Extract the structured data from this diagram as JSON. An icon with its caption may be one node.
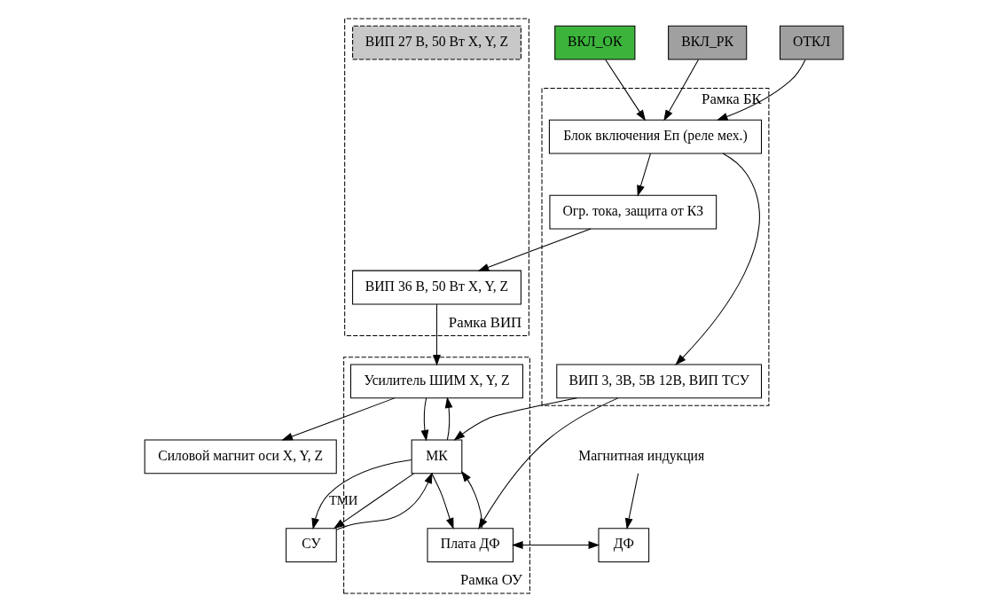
{
  "diagram": {
    "nodes": [
      {
        "text": [
          "Рамка ВИП"
        ]
      },
      {
        "text": [
          "ВИП 27 В, 50 Вт X, Y, Z"
        ],
        "in": 0
      },
      {
        "text": [
          "ВИП 36 В, 50 Вт X, Y, Z"
        ],
        "in": 0
      },
      {
        "text": [
          "Рамка БК"
        ]
      },
      {
        "text": [
          "Огр. тока, защита от КЗ"
        ],
        "in": 3
      },
      {
        "text": [
          "Блок включения Еп (реле мех.)"
        ],
        "in": 3
      },
      {
        "text": [
          "ВИП 3, 3В, 5В 12В, ВИП ТСУ"
        ],
        "in": 3
      },
      {
        "text": [
          "ВКЛ_ОК"
        ]
      },
      {
        "text": [
          "ВКЛ_РК"
        ]
      },
      {
        "text": [
          "ОТКЛ"
        ]
      },
      {
        "text": [
          "Рамка ОУ"
        ]
      },
      {
        "text": [
          "Усилитель ШИМ X, Y, Z"
        ],
        "in": 10
      },
      {
        "text": [
          "МК"
        ],
        "in": 10
      },
      {
        "text": [
          "Плата ДФ"
        ],
        "in": 10
      },
      {
        "text": [
          "ДФ"
        ]
      },
      {
        "text": [
          "Силовой магнит оси X, Y, Z"
        ]
      },
      {
        "text": [
          "СУ"
        ]
      },
      {
        "text": [
          "Магнитная индукция"
        ]
      }
    ],
    "edges": [
      {
        "from": 7,
        "to": 5,
        "arrow": "to"
      },
      {
        "from": 8,
        "to": 5,
        "arrow": "to"
      },
      {
        "from": 9,
        "to": 5,
        "arrow": "to"
      },
      {
        "from": 5,
        "to": 4,
        "arrow": "to"
      },
      {
        "from": 4,
        "to": 2,
        "arrow": "to"
      },
      {
        "from": 5,
        "to": 6,
        "arrow": "to"
      },
      {
        "from": 6,
        "to": 12,
        "arrow": "to"
      },
      {
        "from": 6,
        "to": 13,
        "arrow": "to"
      },
      {
        "from": 2,
        "to": 11,
        "arrow": "to"
      },
      {
        "from": 11,
        "to": 12,
        "arrow": "to"
      },
      {
        "from": 12,
        "to": 11,
        "arrow": "to"
      },
      {
        "from": 12,
        "to": 13,
        "arrow": "to"
      },
      {
        "from": 13,
        "to": 12,
        "arrow": "to"
      },
      {
        "from": 13,
        "to": 14,
        "arrow": "to"
      },
      {
        "from": 14,
        "to": 13,
        "arrow": "to"
      },
      {
        "from": 17,
        "to": 14,
        "arrow": "to"
      },
      {
        "from": 11,
        "to": 15,
        "arrow": "to"
      },
      {
        "from": 12,
        "to": 16,
        "label": "ТМИ",
        "arrow": "to"
      },
      {
        "from": 16,
        "to": 12,
        "arrow": "to"
      },
      {
        "from": 12,
        "to": 16,
        "arrow": "to"
      }
    ]
  }
}
